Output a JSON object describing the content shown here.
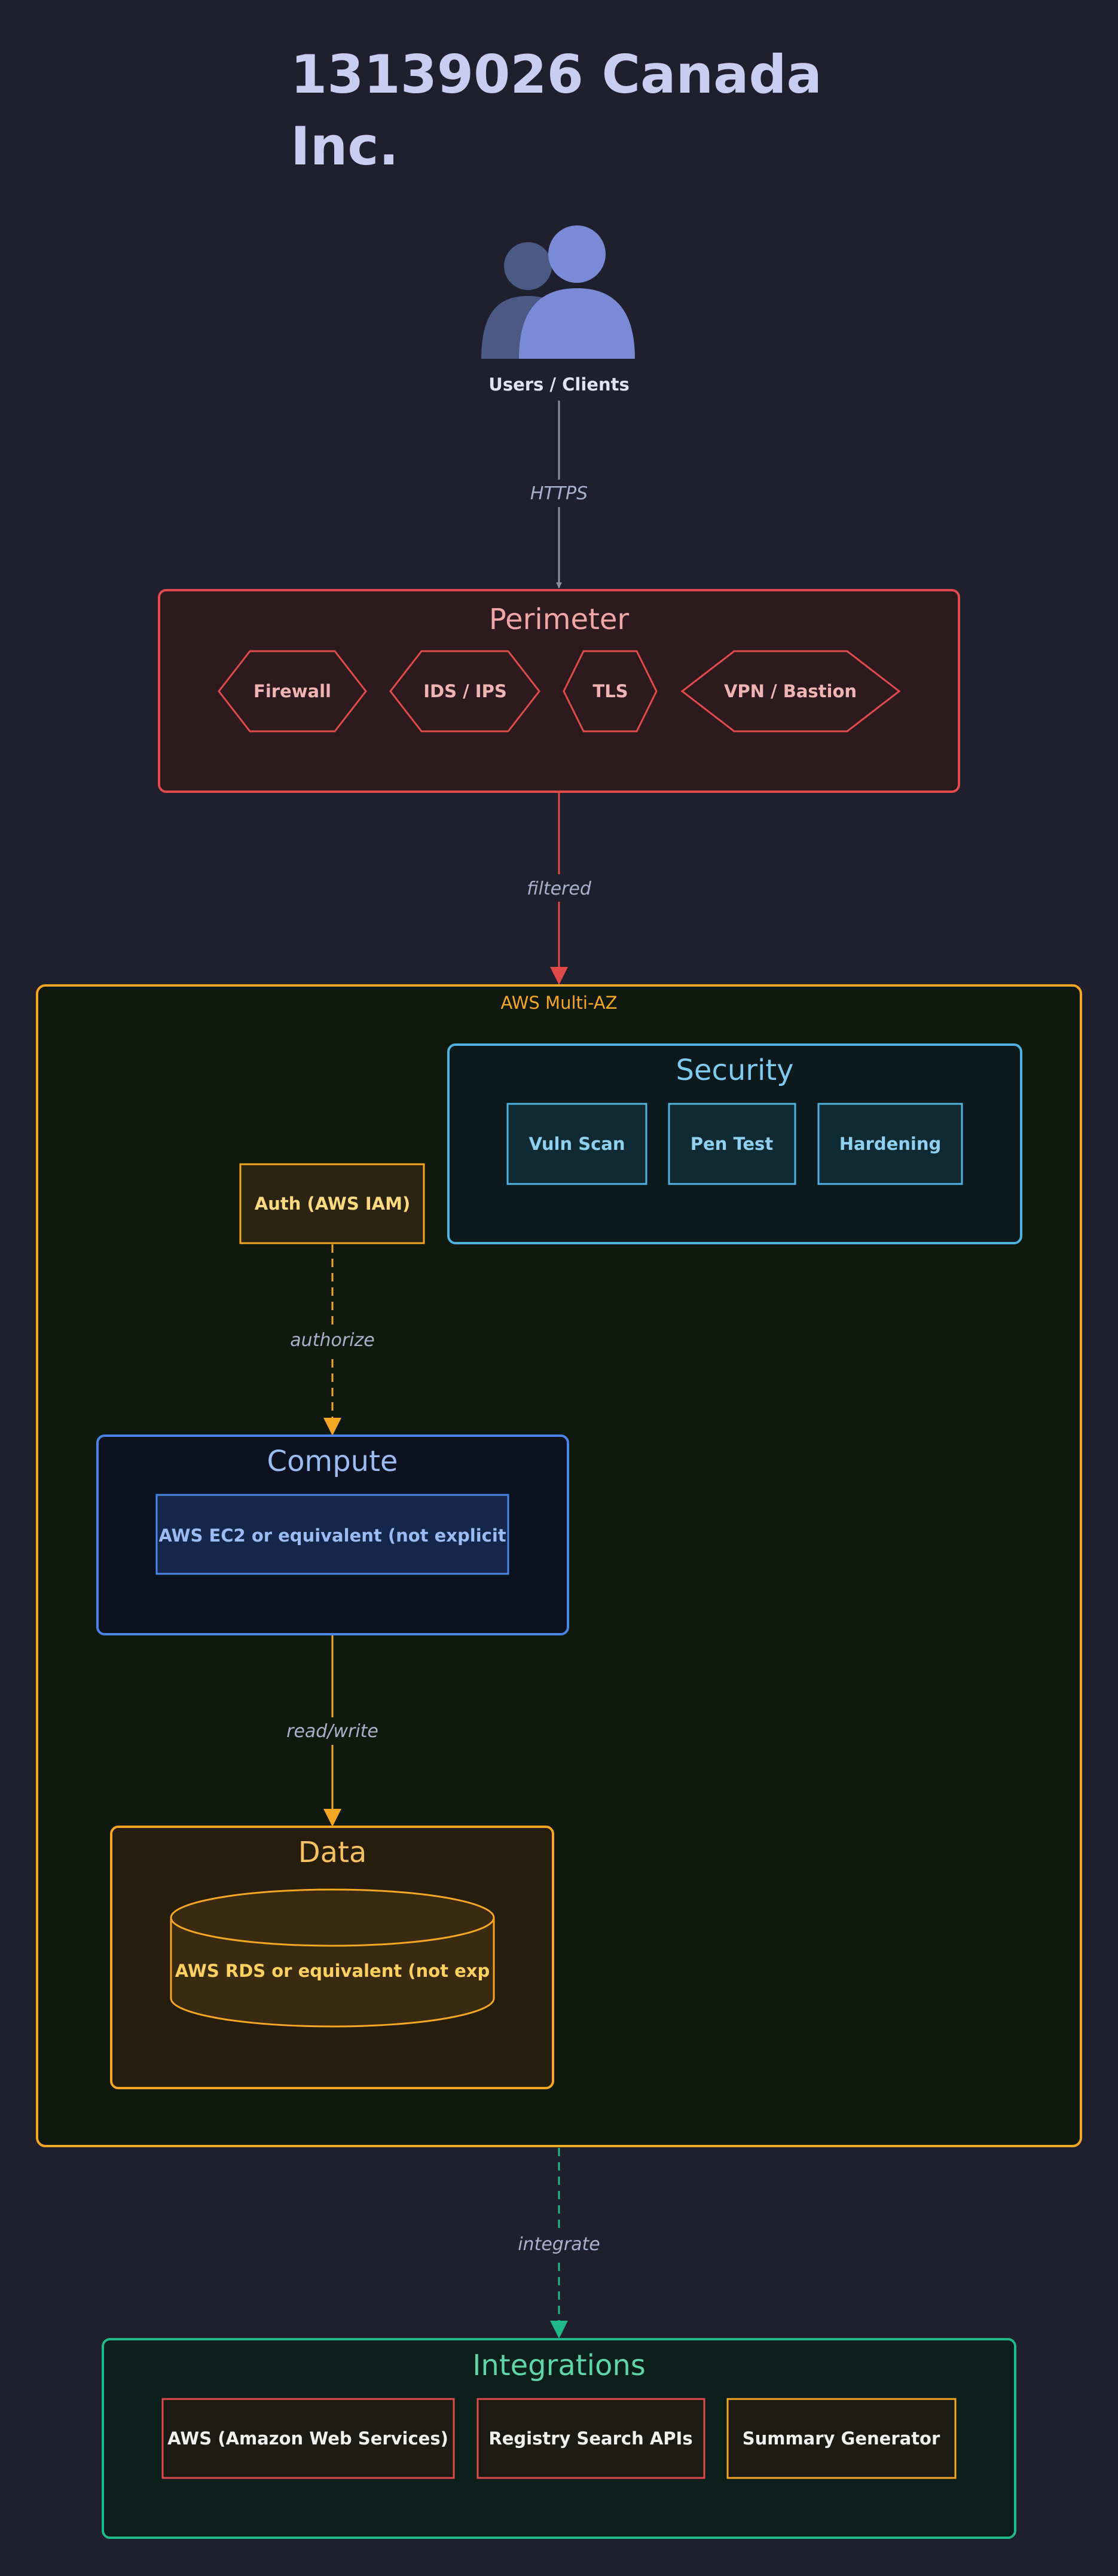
{
  "title_lines": [
    "13139026 Canada",
    "Inc."
  ],
  "users": {
    "label": "Users / Clients",
    "icon": "users-icon"
  },
  "edges": {
    "https": "HTTPS",
    "filtered": "filtered",
    "authorize": "authorize",
    "read_write": "read/write",
    "integrate": "integrate"
  },
  "perimeter": {
    "label": "Perimeter",
    "items": [
      "Firewall",
      "IDS / IPS",
      "TLS",
      "VPN / Bastion"
    ]
  },
  "aws": {
    "label": "AWS Multi-AZ",
    "auth": "Auth (AWS IAM)",
    "security": {
      "label": "Security",
      "items": [
        "Vuln Scan",
        "Pen Test",
        "Hardening"
      ]
    },
    "compute": {
      "label": "Compute",
      "item": "AWS EC2 or equivalent (not explicit"
    },
    "data": {
      "label": "Data",
      "item": "AWS RDS or equivalent (not exp"
    }
  },
  "integrations": {
    "label": "Integrations",
    "items": [
      "AWS (Amazon Web Services)",
      "Registry Search APIs",
      "Summary Generator"
    ]
  },
  "colors": {
    "background": "#1f1f2e",
    "perimeter": "#e14a4a",
    "aws": "#f5a623",
    "security": "#4fb3e0",
    "compute": "#4a86e8",
    "data": "#f5a623",
    "integrations": "#1fb98a",
    "users": "#7a8ad6"
  }
}
